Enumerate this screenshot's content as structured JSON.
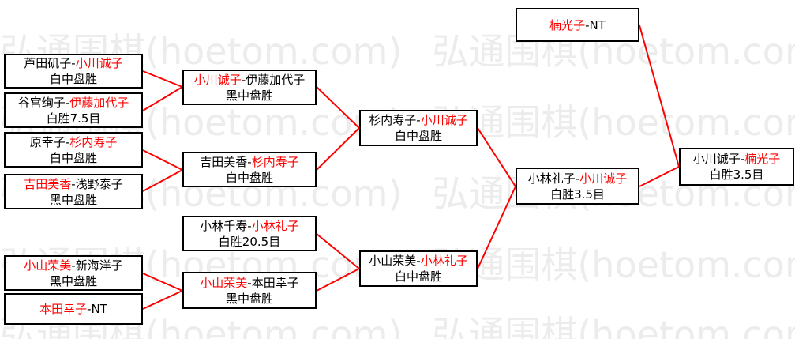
{
  "watermark": {
    "text": "弘通围棋(hoetom.com)"
  },
  "colors": {
    "winner-red": "#ff0000",
    "connector-red": "#ff0000",
    "watermark-gray": "#ececec",
    "box-border": "#000000"
  },
  "matches": {
    "r1m1": {
      "pre": "芦田矶子-",
      "winner": "小川诚子",
      "post": "",
      "result": "白中盘胜"
    },
    "r1m2": {
      "pre": "谷宫绚子-",
      "winner": "伊藤加代子",
      "post": "",
      "result": "白胜7.5目"
    },
    "r1m3": {
      "pre": "原幸子-",
      "winner": "杉内寿子",
      "post": "",
      "result": "白中盘胜"
    },
    "r1m4": {
      "pre": "",
      "winner": "吉田美香",
      "post": "-浅野泰子",
      "result": "黑中盘胜"
    },
    "r1m5": {
      "pre": "",
      "winner": "小山荣美",
      "post": "-新海洋子",
      "result": "黑中盘胜"
    },
    "r1m6": {
      "pre": "",
      "winner": "本田幸子",
      "post": "-NT"
    },
    "r2m1": {
      "pre": "",
      "winner": "小川诚子",
      "post": "-伊藤加代子",
      "result": "黑中盘胜"
    },
    "r2m2": {
      "pre": "吉田美香-",
      "winner": "杉内寿子",
      "post": "",
      "result": "白中盘胜"
    },
    "r2m3": {
      "pre": "小林千寿-",
      "winner": "小林礼子",
      "post": "",
      "result": "白胜20.5目"
    },
    "r2m4": {
      "pre": "",
      "winner": "小山荣美",
      "post": "-本田幸子",
      "result": "黑中盘胜"
    },
    "r3m1": {
      "pre": "杉内寿子-",
      "winner": "小川诚子",
      "post": "",
      "result": "白中盘胜"
    },
    "r3m2": {
      "pre": "小山荣美-",
      "winner": "小林礼子",
      "post": "",
      "result": "白中盘胜"
    },
    "r4m1": {
      "pre": "",
      "winner": "楠光子",
      "post": "-NT"
    },
    "r4m2": {
      "pre": "小林礼子-",
      "winner": "小川诚子",
      "post": "",
      "result": "白胜3.5目"
    },
    "final": {
      "pre": "小川诚子-",
      "winner": "楠光子",
      "post": "",
      "result": "白胜3.5目"
    }
  }
}
